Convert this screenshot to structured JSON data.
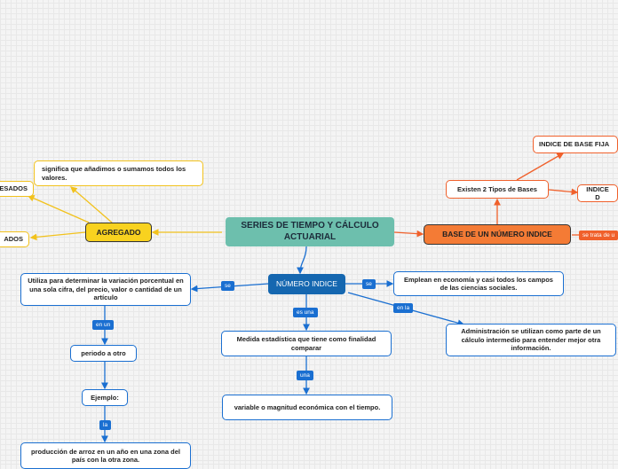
{
  "central": "SERIES DE TIEMPO Y CÁLCULO ACTUARIAL",
  "main_numero": "NÚMERO INDICE",
  "agregado": "AGREGADO",
  "agregado_def": "significa que añadimos o sumamos todos los valores.",
  "ponderados_top": "ESADOS",
  "ponderados_bottom": "ADOS",
  "base": "BASE DE UN NÚMERO INDICE",
  "base_label": "se trata de u",
  "tipos": "Existen 2 Tipos de Bases",
  "base_fija": "INDICE DE BASE FIJA",
  "indice_d": "INDICE D",
  "utiliza": "Utiliza para determinar la variación porcentual en una sola cifra, del precio, valor o cantidad de un artículo",
  "periodo": "periodo  a otro",
  "ejemplo": "Ejemplo:",
  "produccion": "producción de arroz en un año en una zona del país con la otra zona.",
  "emplean": "Emplean en economía y casi todos los campos de las ciencias sociales.",
  "medida": "Medida estadística que tiene como finalidad comparar",
  "variable": "variable o magnitud económica con el tiempo.",
  "administracion": "Administración se utilizan como parte de un cálculo intermedio para entender mejor otra información.",
  "labels": {
    "se_left": "se",
    "se_right": "se",
    "es_una": "es una",
    "en_la": "en la",
    "en_un": "en un",
    "una": "una",
    "la": "la"
  },
  "colors": {
    "central": "#6dbfad",
    "numero": "#1567b0",
    "agregado": "#f8d21f",
    "base": "#f47b35",
    "blue": "#1a6fd1",
    "yellow": "#f2c21d",
    "orange": "#f0602b"
  }
}
